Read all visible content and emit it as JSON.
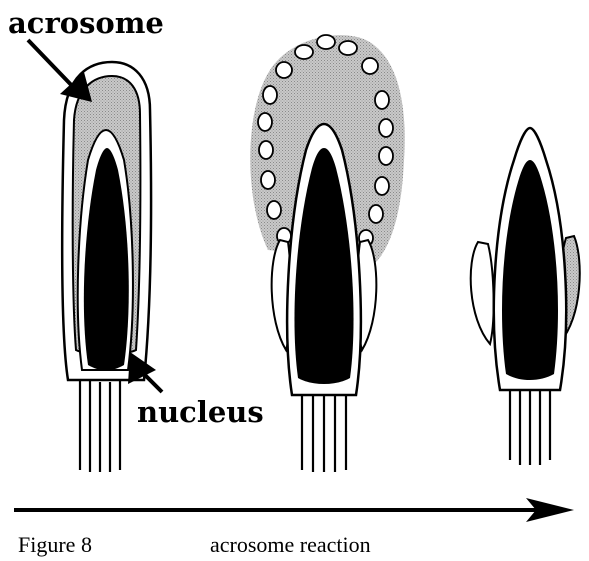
{
  "labels": {
    "acrosome": "acrosome",
    "nucleus": "nucleus"
  },
  "caption": {
    "figure_number": "Figure 8",
    "title": "acrosome reaction"
  },
  "colors": {
    "ink": "#000000",
    "acrosome_fill": "#bdbdbd",
    "background": "#ffffff"
  },
  "stages": [
    {
      "name": "intact-sperm-head"
    },
    {
      "name": "vesiculating-acrosome"
    },
    {
      "name": "reacted-sperm-head"
    }
  ]
}
